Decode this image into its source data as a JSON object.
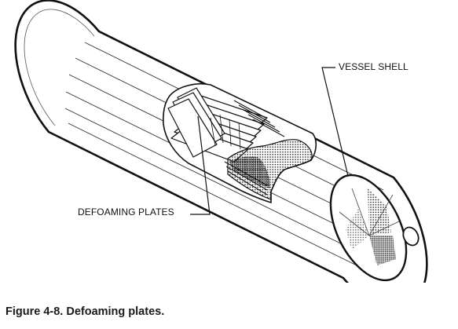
{
  "diagram": {
    "labels": {
      "vessel_shell": "VESSEL SHELL",
      "defoaming_plates": "DEFOAMING PLATES"
    },
    "caption": "Figure 4-8. Defoaming plates."
  }
}
